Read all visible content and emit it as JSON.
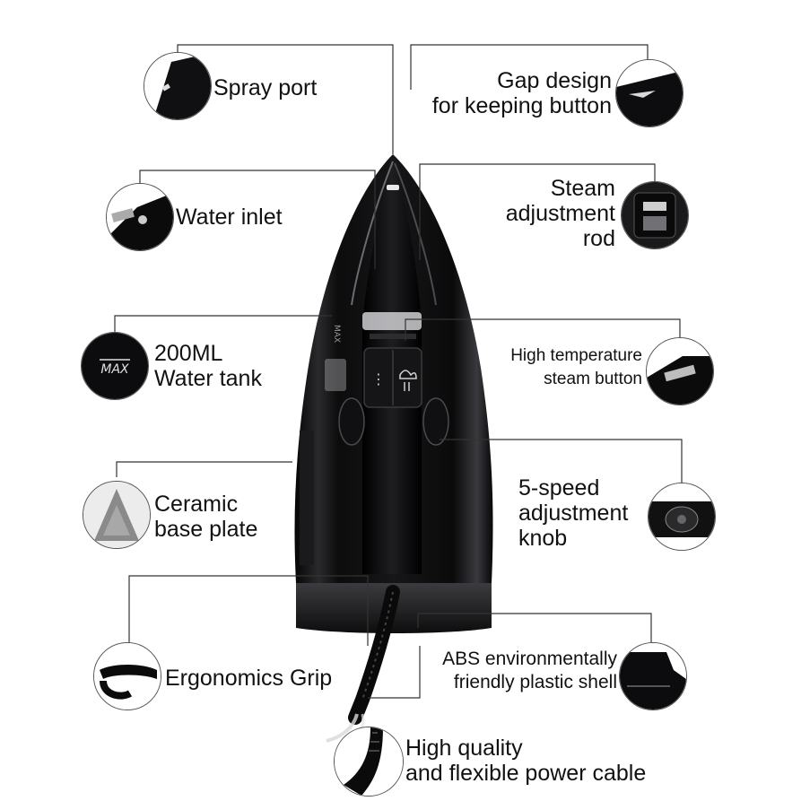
{
  "features": [
    {
      "id": "spray-port",
      "lines": [
        "Spray port"
      ],
      "icon": "spray-nozzle-icon"
    },
    {
      "id": "gap-design",
      "lines": [
        "Gap design",
        "for keeping button"
      ],
      "icon": "button-gap-icon"
    },
    {
      "id": "water-inlet",
      "lines": [
        "Water inlet"
      ],
      "icon": "water-inlet-icon"
    },
    {
      "id": "steam-rod",
      "lines": [
        "Steam",
        "adjustment",
        "rod"
      ],
      "icon": "steam-rod-icon"
    },
    {
      "id": "water-tank",
      "lines": [
        "200ML",
        "Water tank"
      ],
      "icon": "water-tank-icon"
    },
    {
      "id": "steam-button",
      "lines": [
        "High temperature",
        "steam button"
      ],
      "icon": "steam-button-icon"
    },
    {
      "id": "base-plate",
      "lines": [
        "Ceramic",
        "base plate"
      ],
      "icon": "base-plate-icon"
    },
    {
      "id": "speed-knob",
      "lines": [
        "5-speed",
        "adjustment",
        "knob"
      ],
      "icon": "knob-icon"
    },
    {
      "id": "grip",
      "lines": [
        "Ergonomics Grip"
      ],
      "icon": "handle-grip-icon"
    },
    {
      "id": "shell",
      "lines": [
        "ABS environmentally",
        "friendly plastic shell"
      ],
      "icon": "plastic-shell-icon"
    },
    {
      "id": "cable",
      "lines": [
        "High quality",
        "and flexible power cable"
      ],
      "icon": "power-cable-icon"
    }
  ],
  "product": {
    "tank_mark": "MAX",
    "colors": {
      "body": "#0b0b0c",
      "highlight": "#5a5a5e",
      "plate": "#8a8a8a",
      "line": "#333333"
    }
  }
}
